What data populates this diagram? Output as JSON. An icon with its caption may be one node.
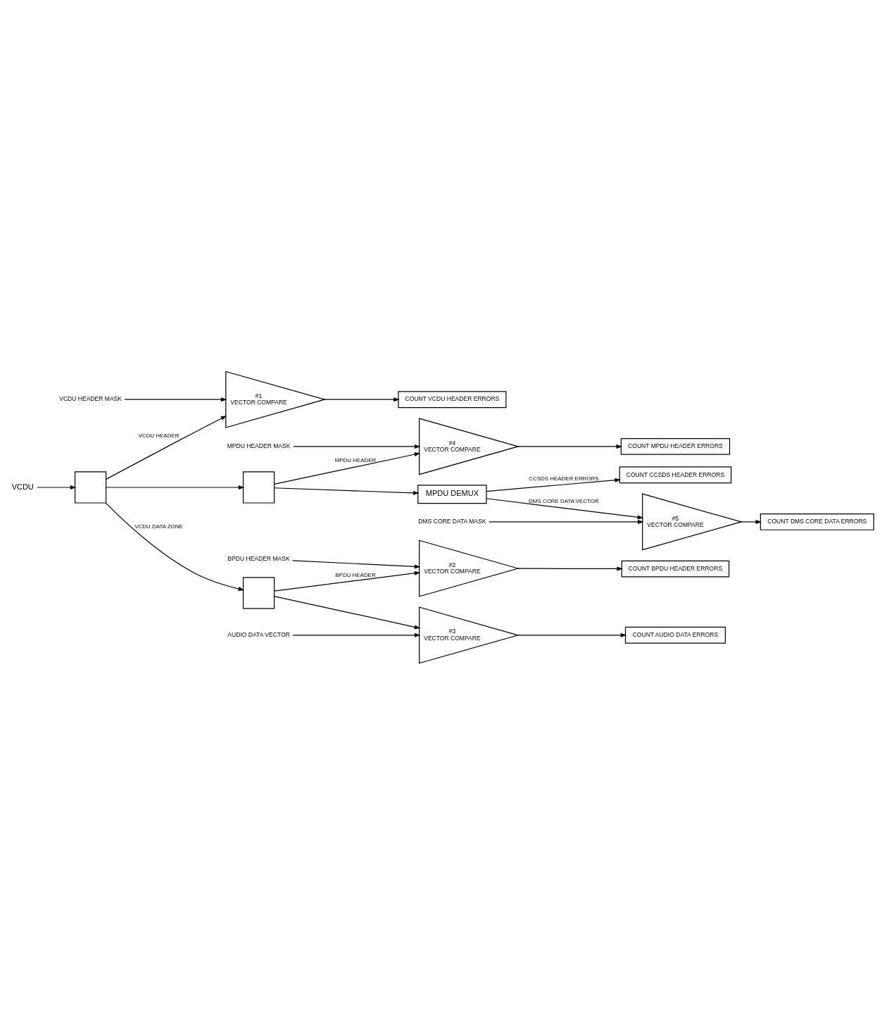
{
  "diagram": {
    "nodes": [
      {
        "text": [
          "VCDU"
        ]
      },
      {
        "text": [],
        "shape": "box"
      },
      {
        "text": [
          "VCDU HEADER MASK"
        ]
      },
      {
        "text": [
          "#1",
          "VECTOR COMPARE"
        ]
      },
      {
        "text": [
          "COUNT VCDU HEADER ERRORS"
        ]
      },
      {
        "text": [
          "BPDU HEADER MASK"
        ]
      },
      {
        "text": [],
        "shape": "box"
      },
      {
        "text": [
          "#2",
          "VECTOR COMPARE"
        ]
      },
      {
        "text": [
          "COUNT BPDU HEADER ERRORS"
        ]
      },
      {
        "text": [
          "AUDIO DATA VECTOR"
        ]
      },
      {
        "text": [
          "#3",
          "VECTOR COMPARE"
        ]
      },
      {
        "text": [
          "COUNT AUDIO DATA ERRORS"
        ]
      },
      {
        "text": [
          "MPDU HEADER MASK"
        ]
      },
      {
        "text": [],
        "shape": "box"
      },
      {
        "text": [
          "#4",
          "VECTOR COMPARE"
        ]
      },
      {
        "text": [
          "COUNT MPDU HEADER ERRORS"
        ]
      },
      {
        "text": [
          "MPDU DEMUX"
        ]
      },
      {
        "text": [
          "DMS CORE DATA MASK"
        ]
      },
      {
        "text": [
          "#5",
          "VECTOR COMPARE"
        ]
      },
      {
        "text": [
          "COUNT DMS CORE DATA ERRORS"
        ]
      },
      {
        "text": [
          "COUNT CCSDS HEADER ERRORS"
        ]
      }
    ],
    "edges": [
      {
        "from": 0,
        "to": 1,
        "arrow": "to"
      },
      {
        "from": 2,
        "to": 3,
        "arrow": "to"
      },
      {
        "from": 1,
        "to": 3,
        "arrow": "to",
        "label": "VCDU HEADER"
      },
      {
        "from": 3,
        "to": 4,
        "arrow": "to"
      },
      {
        "from": 1,
        "to": 6,
        "arrow": "to",
        "label": "VCDU DATA ZONE"
      },
      {
        "from": 1,
        "to": 13,
        "arrow": "to"
      },
      {
        "from": 5,
        "to": 7,
        "arrow": "to"
      },
      {
        "from": 6,
        "to": 7,
        "arrow": "to",
        "label": "BPDU HEADER"
      },
      {
        "from": 7,
        "to": 8,
        "arrow": "to"
      },
      {
        "from": 6,
        "to": 10,
        "arrow": "to"
      },
      {
        "from": 9,
        "to": 10,
        "arrow": "to"
      },
      {
        "from": 10,
        "to": 11,
        "arrow": "to"
      },
      {
        "from": 12,
        "to": 14,
        "arrow": "to"
      },
      {
        "from": 13,
        "to": 14,
        "arrow": "to",
        "label": "MPDU HEADER"
      },
      {
        "from": 14,
        "to": 15,
        "arrow": "to"
      },
      {
        "from": 13,
        "to": 16,
        "arrow": "to"
      },
      {
        "from": 17,
        "to": 18,
        "arrow": "to"
      },
      {
        "from": 16,
        "to": 18,
        "arrow": "to",
        "label": "DMS CORE DATA VECTOR"
      },
      {
        "from": 18,
        "to": 19,
        "arrow": "to"
      },
      {
        "from": 16,
        "to": 20,
        "arrow": "to",
        "label": "CCSDS HEADER ERRORS"
      }
    ]
  }
}
